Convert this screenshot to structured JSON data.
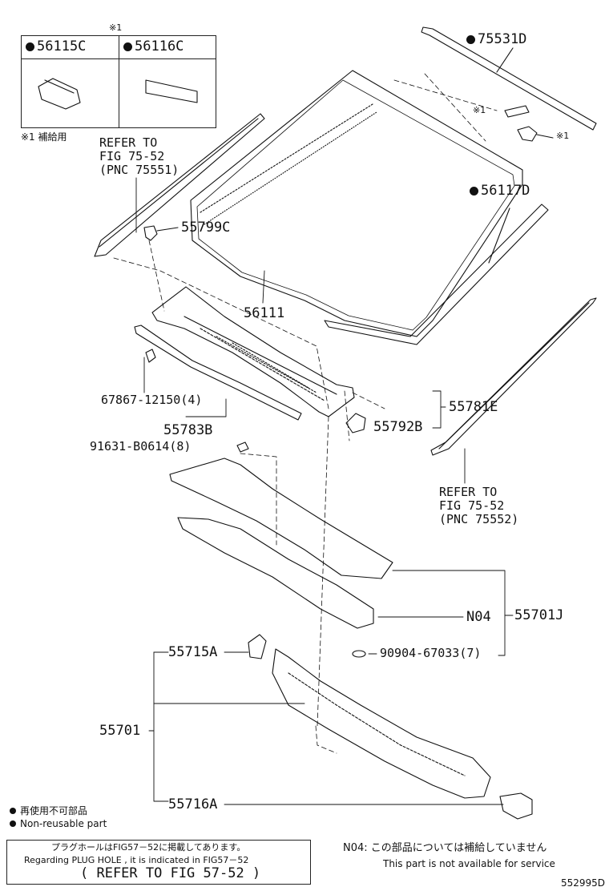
{
  "inset": {
    "mark": "※1",
    "part_a": "56115C",
    "part_b": "56116C",
    "supply_note": "※1 補給用"
  },
  "parts": {
    "p75531D": "75531D",
    "p56117D": "56117D",
    "p55799C": "55799C",
    "p56111": "56111",
    "p55781E": "55781E",
    "p55792B": "55792B",
    "p67867": "67867-12150(4)",
    "p55783B": "55783B",
    "p91631": "91631-B0614(8)",
    "pN04": "N04",
    "p55701J": "55701J",
    "p90904": "90904-67033(7)",
    "p55715A": "55715A",
    "p55701": "55701",
    "p55716A": "55716A",
    "mark1a": "※1",
    "mark1b": "※1"
  },
  "refs": {
    "left": [
      "REFER TO",
      "FIG 75-52",
      "(PNC 75551)"
    ],
    "right": [
      "REFER TO",
      "FIG 75-52",
      "(PNC 75552)"
    ]
  },
  "legend": {
    "jp": "再使用不可部品",
    "en": "Non-reusable part"
  },
  "plug_note": {
    "jp": "プラグホールはFIG57－52に掲載してあります。",
    "en": "Regarding  PLUG HOLE , it is indicated in  FIG57－52",
    "ref": "( REFER TO FIG 57-52 )"
  },
  "n04_note": {
    "jp": "N04: この部品については補給していません",
    "en": "This part is not available for service"
  },
  "figure_id": "552995D"
}
